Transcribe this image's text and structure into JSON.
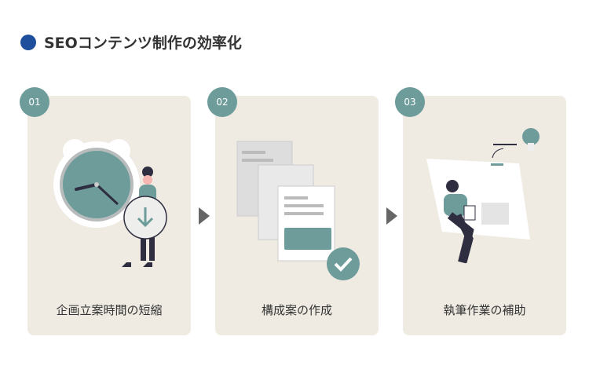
{
  "title": "SEOコンテンツ制作の効率化",
  "colors": {
    "accent": "#1d4f9c",
    "teal": "#6d9c9b",
    "card": "#efebe3"
  },
  "steps": [
    {
      "number": "01",
      "label": "企画立案時間の短縮",
      "icon": "clock-download-illustration"
    },
    {
      "number": "02",
      "label": "構成案の作成",
      "icon": "documents-check-illustration"
    },
    {
      "number": "03",
      "label": "執筆作業の補助",
      "icon": "writing-idea-illustration"
    }
  ]
}
